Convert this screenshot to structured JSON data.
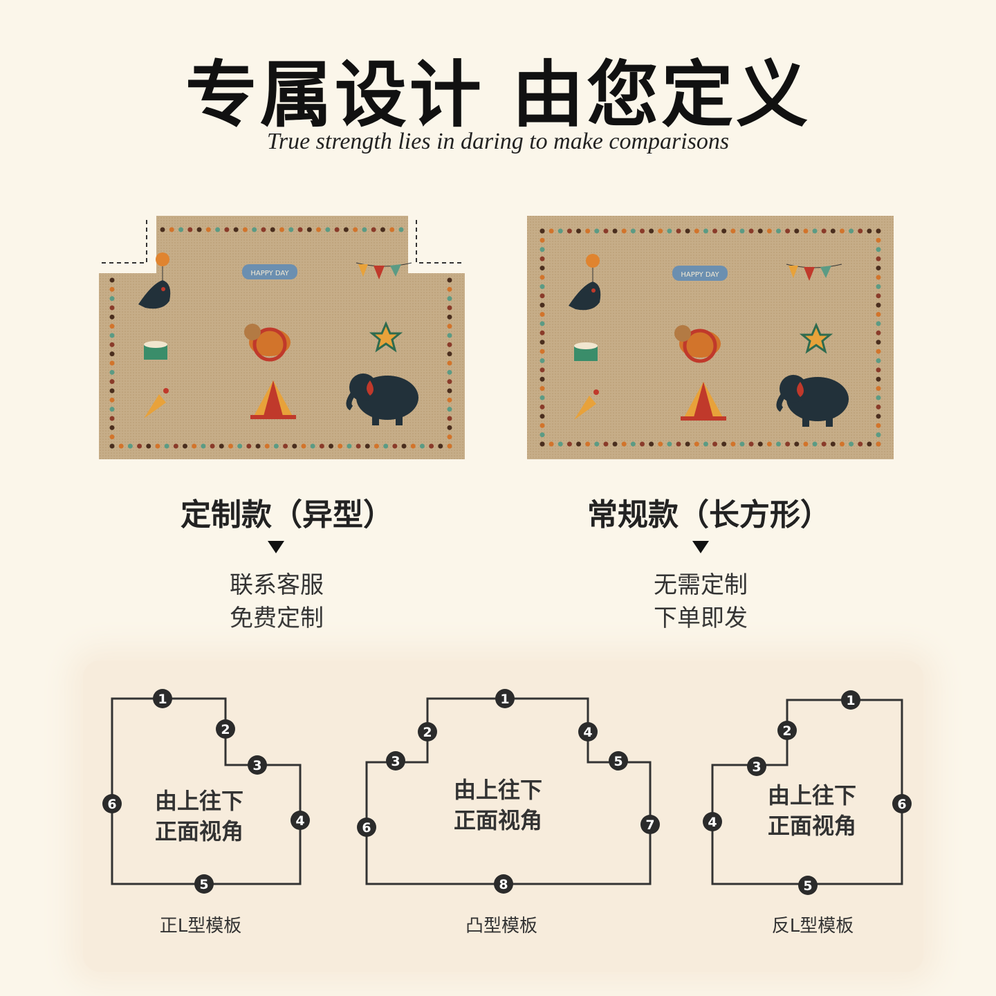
{
  "header": {
    "title": "专属设计 由您定义",
    "subtitle": "True strength lies in daring to make comparisons"
  },
  "products": [
    {
      "caption": "定制款（异型）",
      "note_line1": "联系客服",
      "note_line2": "免费定制",
      "banner_text": "HAPPY DAY"
    },
    {
      "caption": "常规款（长方形）",
      "note_line1": "无需定制",
      "note_line2": "下单即发",
      "banner_text": "HAPPY DAY"
    }
  ],
  "templates": [
    {
      "label": "正L型模板",
      "text_line1": "由上往下",
      "text_line2": "正面视角",
      "numbers": [
        "1",
        "2",
        "3",
        "4",
        "5",
        "6"
      ]
    },
    {
      "label": "凸型模板",
      "text_line1": "由上往下",
      "text_line2": "正面视角",
      "numbers": [
        "1",
        "2",
        "3",
        "4",
        "5",
        "6",
        "7",
        "8"
      ]
    },
    {
      "label": "反L型模板",
      "text_line1": "由上往下",
      "text_line2": "正面视角",
      "numbers": [
        "1",
        "2",
        "3",
        "4",
        "5",
        "6"
      ]
    }
  ],
  "colors": {
    "mat": "#c9b18c",
    "background": "#fbf6ea",
    "line": "#333333"
  }
}
